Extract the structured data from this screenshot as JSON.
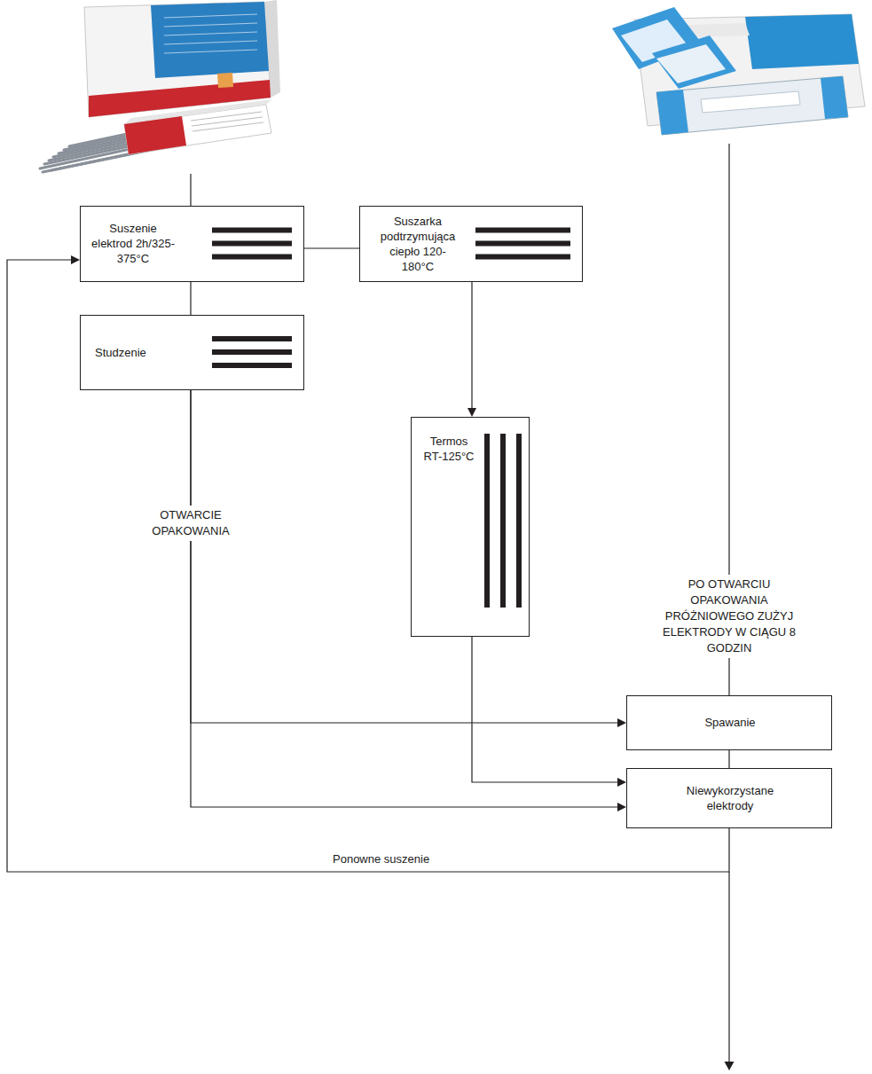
{
  "diagram": {
    "nodes": [
      {
        "text": [
          "Suszenie elektrod 2h/325-375°C"
        ]
      },
      {
        "text": [
          "Suszarka podtrzymująca ciepło 120-180°C"
        ]
      },
      {
        "text": [
          "Studzenie"
        ]
      },
      {
        "text": [
          "Termos RT-125°C"
        ]
      },
      {
        "text": [
          "Spawanie"
        ]
      },
      {
        "text": [
          "Niewykorzystane elektrody"
        ]
      }
    ],
    "edges": [
      {
        "from": 0,
        "to": 1,
        "arrow": "none"
      },
      {
        "from": 0,
        "to": 2,
        "arrow": "none"
      },
      {
        "from": 1,
        "to": 3,
        "arrow": "to"
      },
      {
        "from": 2,
        "to": 4,
        "label": "OTWARCIE OPAKOWANIA",
        "arrow": "to"
      },
      {
        "from": 2,
        "to": 5,
        "arrow": "to"
      },
      {
        "from": 3,
        "to": 5,
        "arrow": "to"
      },
      {
        "from": 4,
        "to": 5,
        "arrow": "none"
      },
      {
        "from": 5,
        "to": 0,
        "label": "Ponowne suszenie",
        "arrow": "to"
      }
    ],
    "labels": [
      "PO OTWARCIU OPAKOWANIA PRÓŻNIOWEGO ZUŻYJ ELEKTRODY W CIĄGU 8 GODZIN"
    ]
  }
}
